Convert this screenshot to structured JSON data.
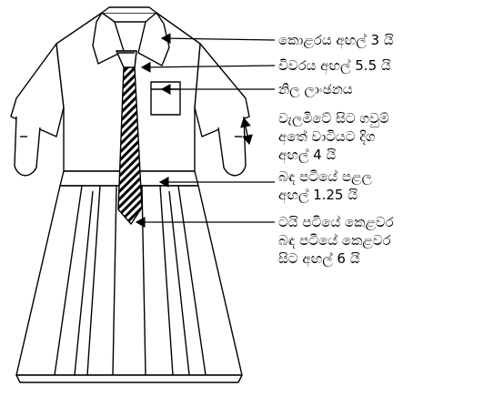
{
  "labels": {
    "collar_width": "කොළරය අඟල් 3 යි",
    "lapel_width": "විවරය අඟල් 5.5 යි",
    "badge": "නිල ලාංඡනය",
    "sleeve_line1": "වැලමිටේ සිට ගවුම්",
    "sleeve_line2": "අතේ වාටියට දිග",
    "sleeve_line3": "අඟල් 4 යි",
    "belt_line1": "බඳ පටියේ පළල",
    "belt_line2": "අඟල් 1.25 යි",
    "tie_line1": "ටයි පටියේ කෙළවර",
    "tie_line2": "බඳ පටියේ කෙළවර",
    "tie_line3": "සිට අඟල් 6 යි"
  },
  "colors": {
    "ink": "#000000",
    "fill": "#ffffff"
  }
}
